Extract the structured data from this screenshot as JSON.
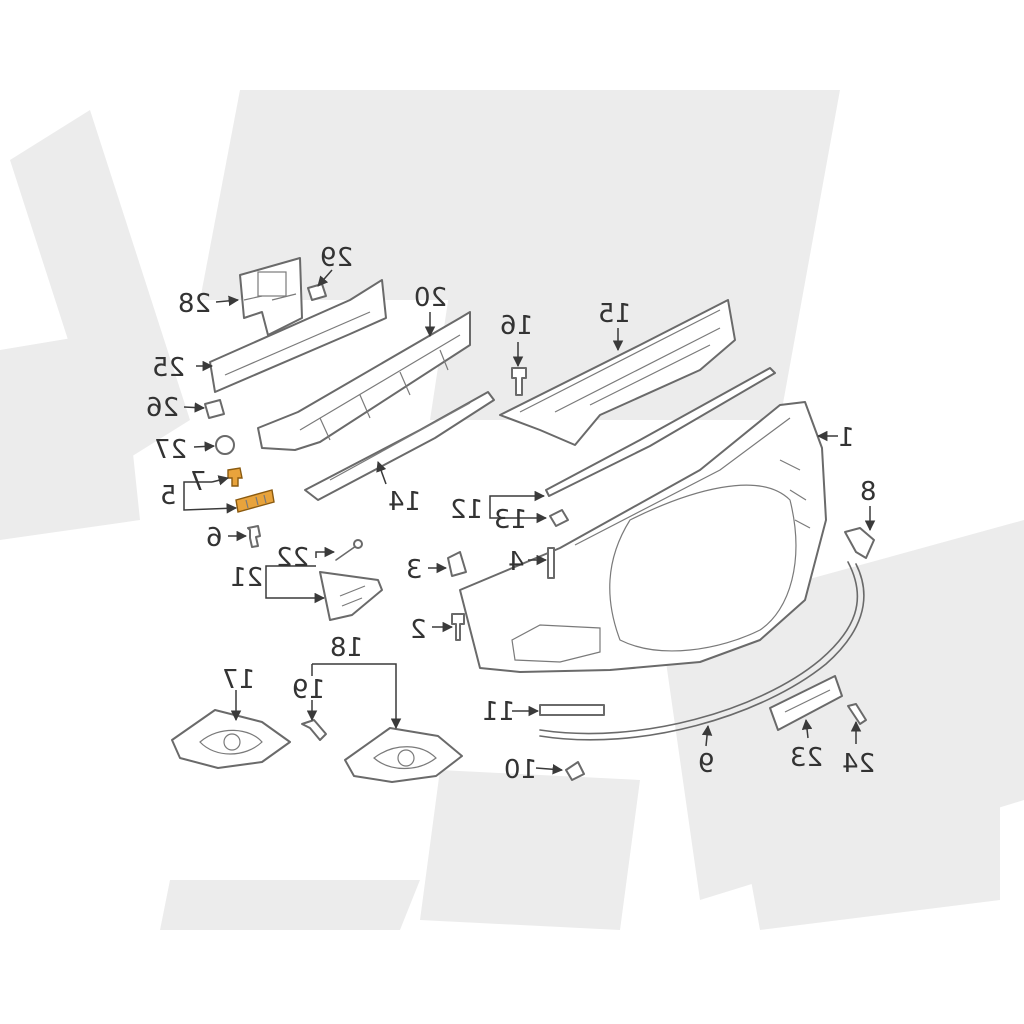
{
  "callouts": {
    "c1": "1",
    "c2": "2",
    "c3": "3",
    "c4": "4",
    "c5": "5",
    "c6": "6",
    "c7": "7",
    "c8": "8",
    "c9": "9",
    "c10": "10",
    "c11": "11",
    "c12": "12",
    "c13": "13",
    "c14": "14",
    "c15": "15",
    "c16": "16",
    "c17": "17",
    "c18": "18",
    "c19": "19",
    "c20": "20",
    "c21": "21",
    "c22": "22",
    "c23": "23",
    "c24": "24",
    "c25": "25",
    "c26": "26",
    "c27": "27",
    "c28": "28",
    "c29": "29"
  },
  "colors": {
    "highlight": "#e8a33c",
    "line": "#6a6a6a",
    "watermark": "#ececec"
  }
}
